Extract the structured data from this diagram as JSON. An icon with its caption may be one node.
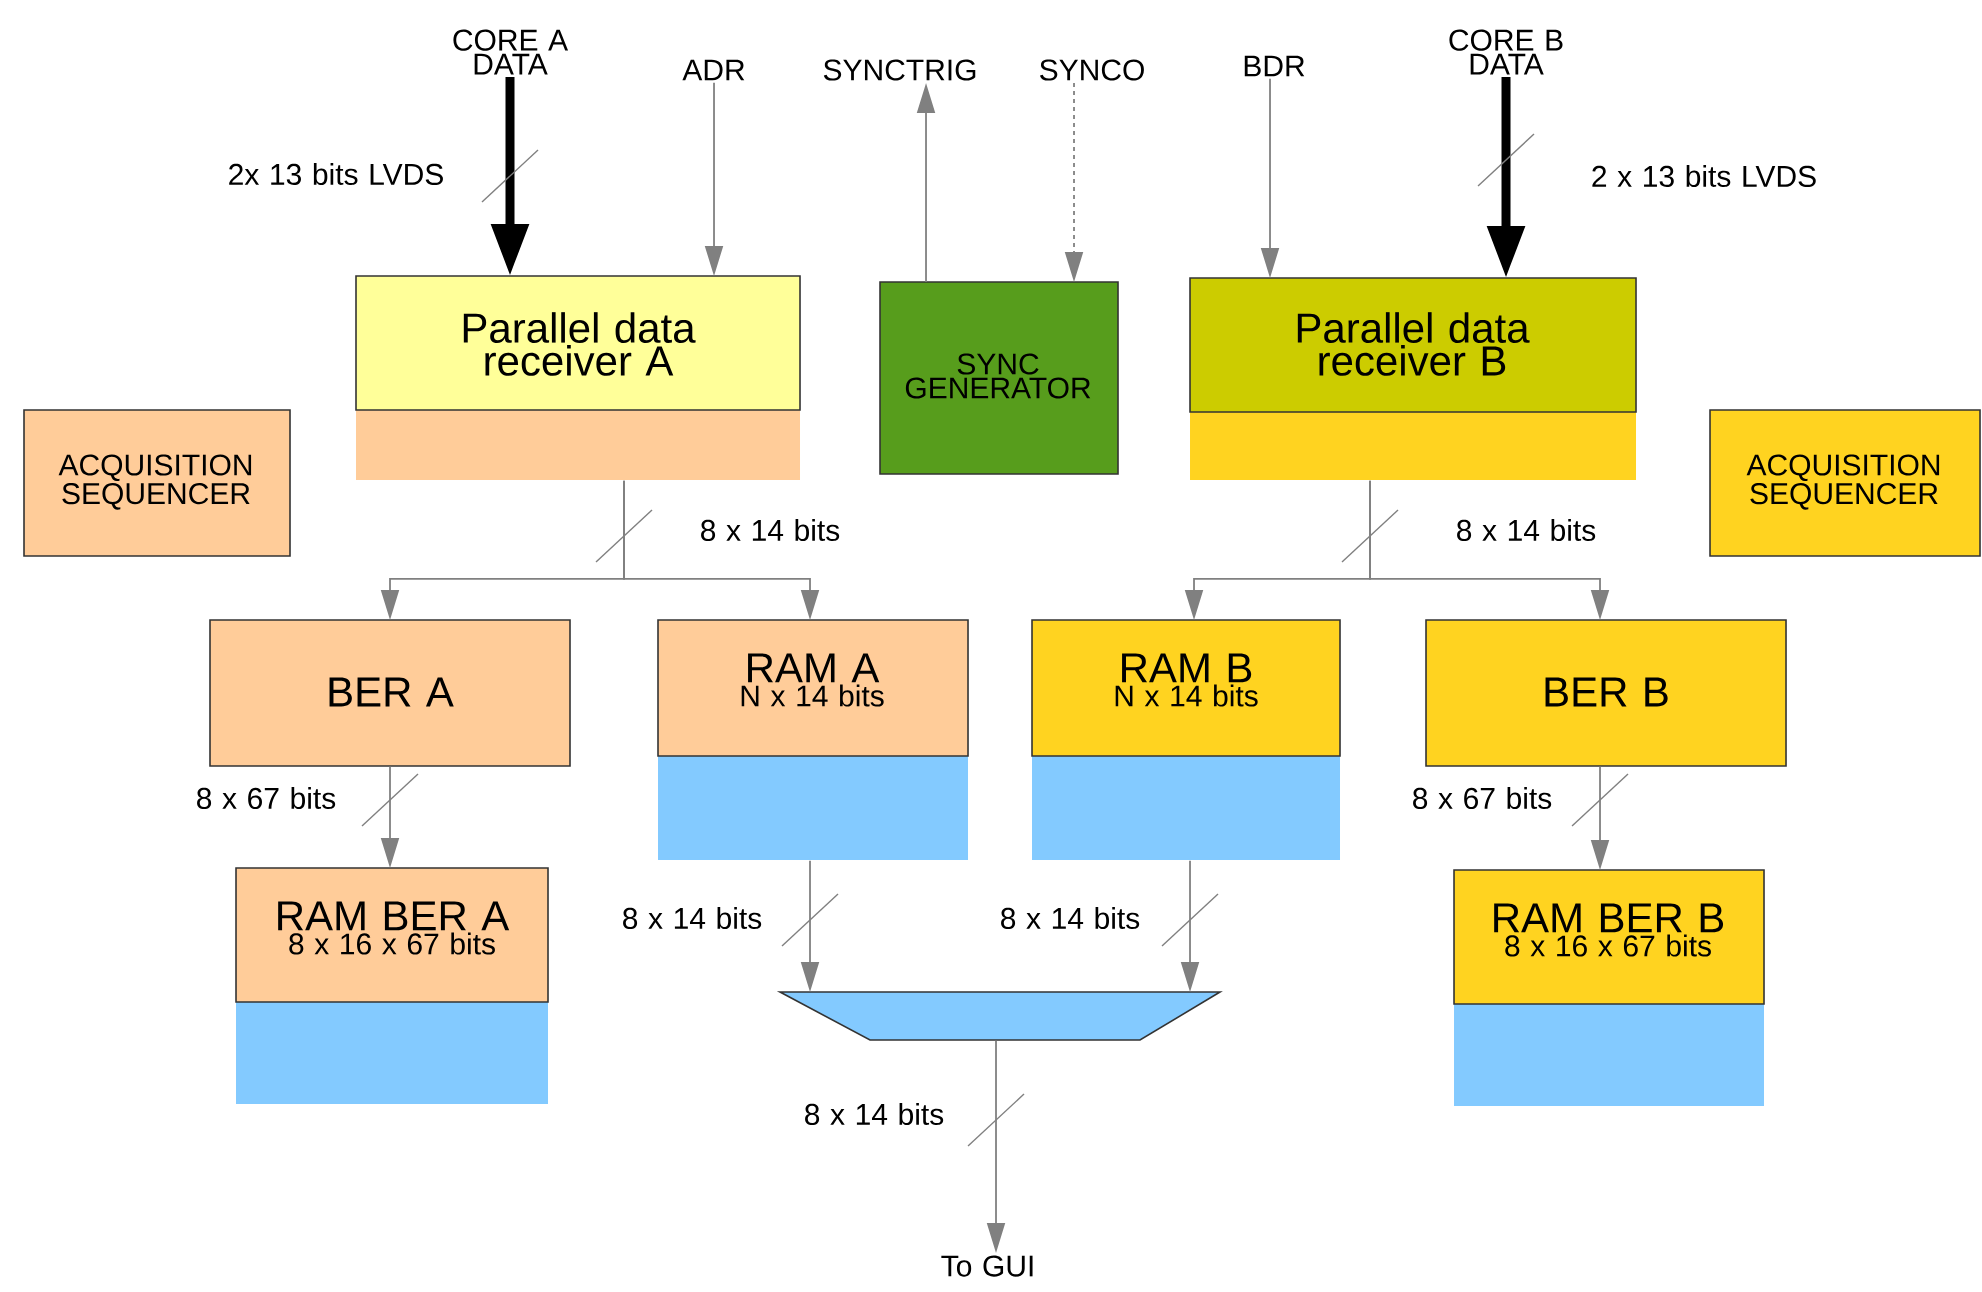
{
  "diagram": {
    "nodes": [
      {
        "text": [
          "CORE A DATA"
        ]
      },
      {
        "text": [
          "ADR"
        ]
      },
      {
        "text": [
          "SYNCTRIG"
        ]
      },
      {
        "text": [
          "SYNCO"
        ]
      },
      {
        "text": [
          "BDR"
        ]
      },
      {
        "text": [
          "CORE B DATA"
        ]
      },
      {
        "text": [
          "Parallel data receiver A"
        ]
      },
      {
        "text": [
          "SYNC GENERATOR"
        ]
      },
      {
        "text": [
          "Parallel data receiver B"
        ]
      },
      {
        "text": [
          "ACQUISITION SEQUENCER"
        ]
      },
      {
        "text": [
          "ACQUISITION SEQUENCER"
        ]
      },
      {
        "text": [
          "BER A"
        ]
      },
      {
        "text": [
          "RAM A",
          "N x 14 bits"
        ]
      },
      {
        "text": [
          "RAM B",
          "N x 14 bits"
        ]
      },
      {
        "text": [
          "BER B"
        ]
      },
      {
        "text": [
          "RAM BER A",
          "8 x 16 x 67 bits"
        ]
      },
      {
        "text": [
          "RAM BER B",
          "8 x 16 x 67 bits"
        ]
      },
      {
        "text": [],
        "shape": "trapezoid"
      },
      {
        "text": [
          "To GUI"
        ]
      }
    ],
    "edges": [
      {
        "from": 0,
        "to": 6,
        "arrow": "to",
        "label": "2x 13 bits LVDS",
        "style": "thick",
        "color": "#000000"
      },
      {
        "from": 1,
        "to": 6,
        "arrow": "to"
      },
      {
        "from": 7,
        "to": 2,
        "arrow": "to"
      },
      {
        "from": 3,
        "to": 7,
        "arrow": "to",
        "style": "dashed"
      },
      {
        "from": 4,
        "to": 8,
        "arrow": "to"
      },
      {
        "from": 5,
        "to": 8,
        "arrow": "to",
        "label": "2 x 13 bits LVDS",
        "style": "thick",
        "color": "#000000"
      },
      {
        "from": 6,
        "to": 11,
        "arrow": "to",
        "label": "8 x 14 bits"
      },
      {
        "from": 6,
        "to": 12,
        "arrow": "to"
      },
      {
        "from": 8,
        "to": 13,
        "arrow": "to",
        "label": "8 x 14 bits"
      },
      {
        "from": 8,
        "to": 14,
        "arrow": "to"
      },
      {
        "from": 11,
        "to": 15,
        "arrow": "to",
        "label": "8 x 67 bits"
      },
      {
        "from": 14,
        "to": 16,
        "arrow": "to",
        "label": "8 x 67 bits"
      },
      {
        "from": 12,
        "to": 17,
        "arrow": "to",
        "label": "8 x 14 bits"
      },
      {
        "from": 13,
        "to": 17,
        "arrow": "to",
        "label": "8 x 14 bits"
      },
      {
        "from": 17,
        "to": 18,
        "arrow": "to",
        "label": "8 x 14 bits"
      }
    ]
  }
}
